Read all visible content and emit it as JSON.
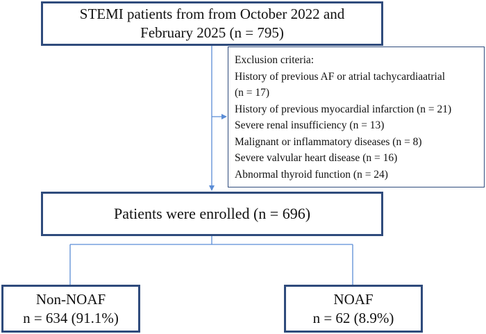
{
  "top_box": {
    "line1": "STEMI patients from from October 2022 and",
    "line2": "February 2025 (n = 795)"
  },
  "exclusion": {
    "title": "Exclusion criteria:",
    "items": [
      "History of previous AF or atrial tachycardiaatrial",
      "(n = 17)",
      "History of previous myocardial infarction (n = 21)",
      "Severe renal insufficiency (n = 13)",
      "Malignant or inflammatory diseases (n = 8)",
      "Severe valvular heart disease (n = 16)",
      "Abnormal thyroid function (n = 24)"
    ]
  },
  "enrolled": {
    "label": "Patients were enrolled (n = 696)"
  },
  "groups": [
    {
      "name": "Non-NOAF",
      "count": "n = 634 (91.1%)"
    },
    {
      "name": "NOAF",
      "count": "n = 62 (8.9%)"
    }
  ],
  "colors": {
    "box_border": "#2f4b7c",
    "connector": "#5b8dd6"
  }
}
